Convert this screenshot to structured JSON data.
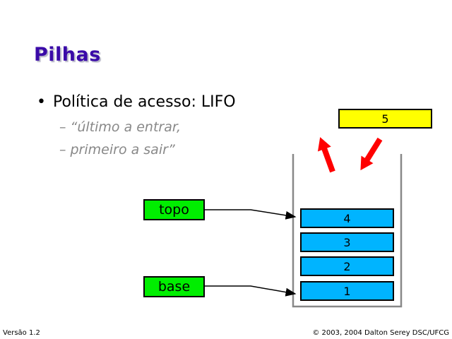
{
  "slide": {
    "title": "Pilhas",
    "bullet": "Política de acesso: LIFO",
    "sub_items": [
      "“último a entrar,",
      "primeiro a sair”"
    ],
    "sub_dash": "–",
    "bullet_mark": "•"
  },
  "diagram": {
    "incoming_item": "5",
    "stack_items": [
      "4",
      "3",
      "2",
      "1"
    ],
    "pointers": {
      "top": "topo",
      "base": "base"
    },
    "colors": {
      "stack_item": "#00b4ff",
      "incoming": "#ffff00",
      "pointer": "#00ee00",
      "arrows": "#ff0000"
    }
  },
  "footer": {
    "version": "Versão 1.2",
    "copyright": "© 2003, 2004 Dalton Serey DSC/UFCG"
  }
}
